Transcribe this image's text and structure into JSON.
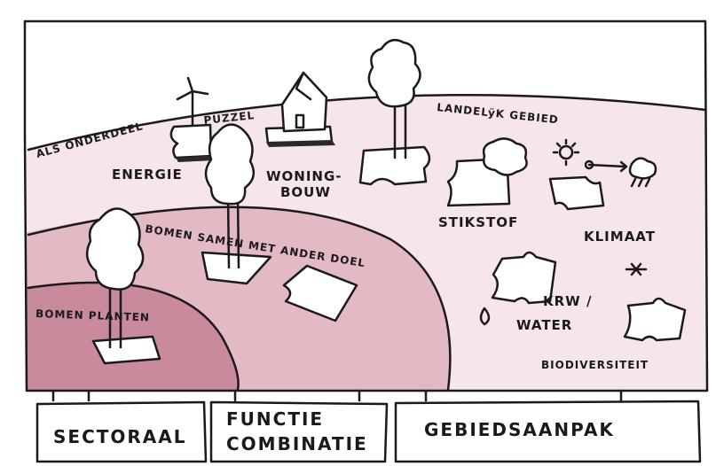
{
  "labels": {
    "als_onderdeel": "ALS ONDERDEEL",
    "puzzel": "PUZZEL",
    "landelijk_gebied": "LANDELÿK GEBIED",
    "energie": "ENERGIE",
    "woning": "WONING-",
    "bouw": "BOUW",
    "stikstof": "STIKSTOF",
    "klimaat": "KLIMAAT",
    "bomen_samen": "BOMEN SAMEN MET ANDER DOEL",
    "bomen_planten": "BOMEN PLANTEN",
    "krw": "KRW /",
    "water": "WATER",
    "biodiversiteit": "BIODIVERSITEIT"
  },
  "columns": [
    {
      "line1": "SECTORAAL"
    },
    {
      "line1": "FUNCTIE",
      "line2": "COMBINATIE"
    },
    {
      "line1": "GEBIEDSAANPAK"
    }
  ],
  "colors": {
    "outer_band": "#f6e6ea",
    "middle_band": "#e3b9c4",
    "inner_band": "#c98a9c",
    "ink": "#1a1a1a"
  }
}
